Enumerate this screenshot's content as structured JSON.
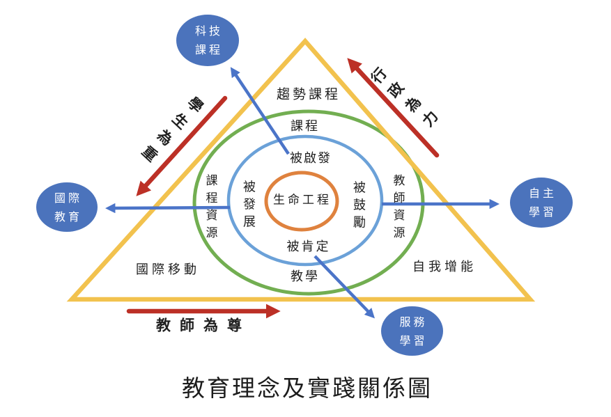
{
  "title": "教育理念及實踐關係圖",
  "colors": {
    "triangle": "#F2C24E",
    "ring_outer": "#72AE51",
    "ring_middle": "#6BA1D8",
    "ring_center": "#DF823E",
    "node_fill": "#4B73BC",
    "node_text": "#FFFFFF",
    "red_arrow": "#BC3026",
    "blue_arrow": "#4B74C8",
    "text": "#1F1F1F"
  },
  "nodes": {
    "top": {
      "line1": "科技",
      "line2": "課程"
    },
    "left": {
      "line1": "國際",
      "line2": "教育"
    },
    "right": {
      "line1": "自主",
      "line2": "學習"
    },
    "bottom": {
      "line1": "服務",
      "line2": "學習"
    }
  },
  "triangle_labels": {
    "top": "趨勢課程",
    "bottom_left": "國際移動",
    "bottom_right": "自我增能"
  },
  "rings": {
    "outer": {
      "top": "課程",
      "left": "課程資源",
      "right": "教師資源",
      "bottom": "教學"
    },
    "middle": {
      "top": "被啟發",
      "left": "被發展",
      "right": "被鼓勵",
      "bottom": "被肯定"
    },
    "center": "生命工程"
  },
  "red_arrows": {
    "top_left": "學生為重",
    "top_right": "行政為力",
    "bottom": "教師為尊"
  }
}
